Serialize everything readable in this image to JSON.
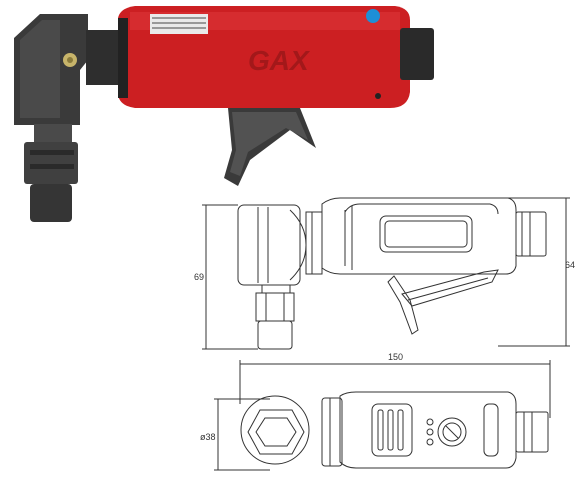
{
  "photo": {
    "brand_mark": "GAX",
    "colors": {
      "body_red": "#cc1f22",
      "metal_dark": "#3a3a3a",
      "button_blue": "#1e8fd6"
    }
  },
  "side_view": {
    "height_left": "69",
    "height_right": "64"
  },
  "bottom_view": {
    "length": "150",
    "diameter": "ø38"
  },
  "drawing_colors": {
    "line": "#333333"
  }
}
